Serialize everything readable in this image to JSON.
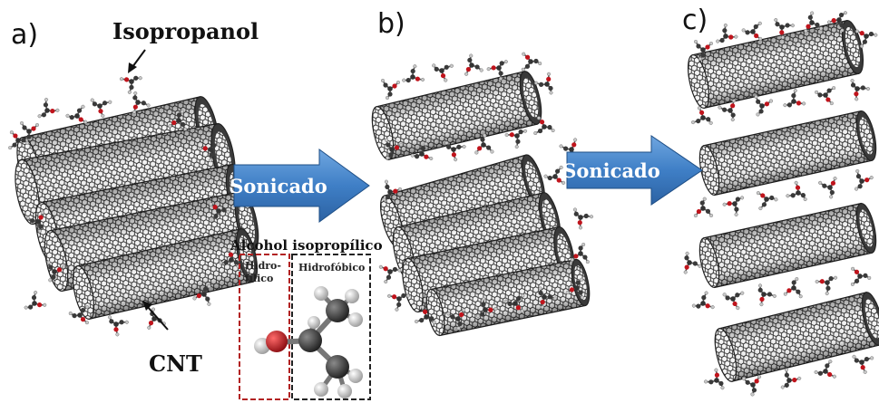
{
  "panels": {
    "a": "a)",
    "b": "b)",
    "c": "c)"
  },
  "labels": {
    "isopropanol": "Isopropanol",
    "cnt": "CNT"
  },
  "arrows": {
    "first": "Sonicado",
    "second": "Sonicado"
  },
  "inset": {
    "title": "Alcohol isopropílico",
    "hydrophilic_line1": "Hidro-",
    "hydrophilic_line2": "fílico",
    "hydrophobic": "Hidrofóbico"
  },
  "colors": {
    "arrow_fill": "#3f7fc6",
    "hydrophilic_box": "#b22222",
    "hydrophobic_box": "#222222",
    "oxygen": "#c0141c",
    "carbon": "#3a3a3a",
    "hydrogen": "#cfcfcf"
  },
  "icons": [
    "carbon-nanotube-icon",
    "isopropanol-molecule-icon",
    "arrow-right-icon"
  ]
}
